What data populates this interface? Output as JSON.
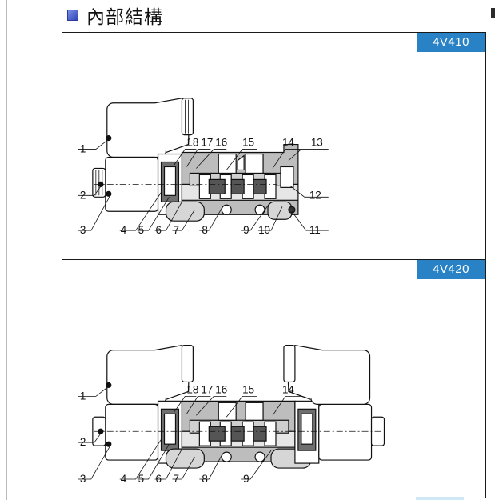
{
  "heading": "內部結構",
  "models": [
    {
      "tag": "4V410",
      "labels": [
        "1",
        "2",
        "3",
        "4",
        "5",
        "6",
        "7",
        "8",
        "9",
        "10",
        "11",
        "12",
        "13",
        "14",
        "15",
        "16",
        "17",
        "18"
      ]
    },
    {
      "tag": "4V420",
      "labels": [
        "1",
        "2",
        "3",
        "4",
        "5",
        "6",
        "7",
        "8",
        "9",
        "14",
        "15",
        "16",
        "17",
        "18"
      ]
    }
  ],
  "colors": {
    "tag_bg": "#2a82c6",
    "heading_icon": "#3a50c4"
  }
}
